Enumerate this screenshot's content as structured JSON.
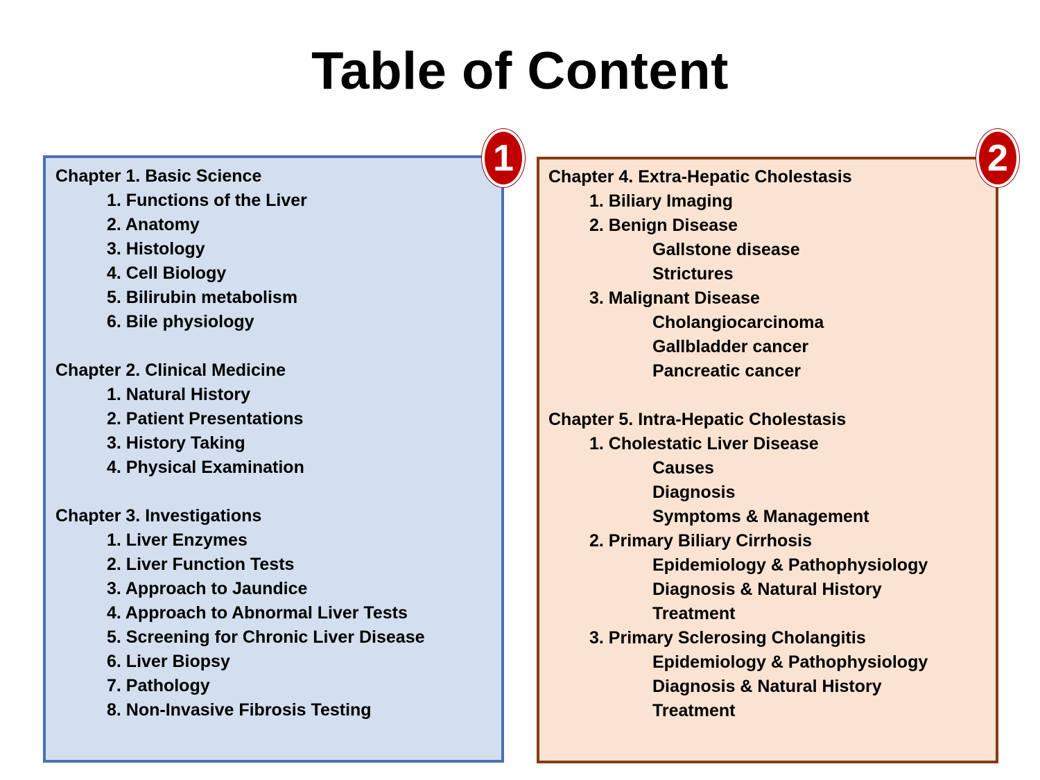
{
  "title": "Table of Content",
  "badges": [
    "1",
    "2"
  ],
  "panel1": [
    {
      "text": "Chapter 1.  Basic Science",
      "level": 0,
      "row": 0
    },
    {
      "text": "1. Functions of the Liver",
      "level": 1,
      "row": 1
    },
    {
      "text": "2. Anatomy",
      "level": 1,
      "row": 2
    },
    {
      "text": "3. Histology",
      "level": 1,
      "row": 3
    },
    {
      "text": "4.  Cell Biology",
      "level": 1,
      "row": 4
    },
    {
      "text": "5. Bilirubin metabolism",
      "level": 1,
      "row": 5
    },
    {
      "text": "6. Bile physiology",
      "level": 1,
      "row": 6
    },
    {
      "text": "Chapter 2.  Clinical Medicine",
      "level": 0,
      "row": 8
    },
    {
      "text": "1. Natural History",
      "level": 1,
      "row": 9
    },
    {
      "text": "2. Patient Presentations",
      "level": 1,
      "row": 10
    },
    {
      "text": "3. History Taking",
      "level": 1,
      "row": 11
    },
    {
      "text": "4. Physical Examination",
      "level": 1,
      "row": 12
    },
    {
      "text": "Chapter 3.   Investigations",
      "level": 0,
      "row": 14
    },
    {
      "text": "1. Liver Enzymes",
      "level": 1,
      "row": 15
    },
    {
      "text": "2. Liver Function Tests",
      "level": 1,
      "row": 16
    },
    {
      "text": "3. Approach to  Jaundice",
      "level": 1,
      "row": 17
    },
    {
      "text": "4. Approach to Abnormal Liver Tests",
      "level": 1,
      "row": 18
    },
    {
      "text": "5. Screening for Chronic Liver Disease",
      "level": 1,
      "row": 19
    },
    {
      "text": "6. Liver Biopsy",
      "level": 1,
      "row": 20
    },
    {
      "text": "7. Pathology",
      "level": 1,
      "row": 21
    },
    {
      "text": "8. Non-Invasive Fibrosis Testing",
      "level": 1,
      "row": 22
    }
  ],
  "panel2": [
    {
      "text": "Chapter 4. Extra-Hepatic Cholestasis",
      "level": 0,
      "row": 0
    },
    {
      "text": "1. Biliary Imaging",
      "level": 1,
      "row": 1
    },
    {
      "text": "2. Benign Disease",
      "level": 1,
      "row": 2
    },
    {
      "text": "Gallstone disease",
      "level": 2,
      "row": 3
    },
    {
      "text": "Strictures",
      "level": 2,
      "row": 4
    },
    {
      "text": "3. Malignant Disease",
      "level": 1,
      "row": 5
    },
    {
      "text": "Cholangiocarcinoma",
      "level": 2,
      "row": 6
    },
    {
      "text": "Gallbladder cancer",
      "level": 2,
      "row": 7
    },
    {
      "text": "Pancreatic cancer",
      "level": 2,
      "row": 8
    },
    {
      "text": "Chapter 5. Intra-Hepatic Cholestasis",
      "level": 0,
      "row": 10
    },
    {
      "text": "1. Cholestatic Liver Disease",
      "level": 1,
      "row": 11
    },
    {
      "text": "Causes",
      "level": 2,
      "row": 12
    },
    {
      "text": "Diagnosis",
      "level": 2,
      "row": 13
    },
    {
      "text": "Symptoms & Management",
      "level": 2,
      "row": 14
    },
    {
      "text": "2. Primary Biliary Cirrhosis",
      "level": 1,
      "row": 15
    },
    {
      "text": "Epidemiology & Pathophysiology",
      "level": 2,
      "row": 16
    },
    {
      "text": "Diagnosis & Natural History",
      "level": 2,
      "row": 17
    },
    {
      "text": "Treatment",
      "level": 2,
      "row": 18
    },
    {
      "text": "3. Primary Sclerosing Cholangitis",
      "level": 1,
      "row": 19
    },
    {
      "text": "Epidemiology & Pathophysiology",
      "level": 2,
      "row": 20
    },
    {
      "text": "Diagnosis & Natural History",
      "level": 2,
      "row": 21
    },
    {
      "text": "Treatment",
      "level": 2,
      "row": 22
    }
  ]
}
